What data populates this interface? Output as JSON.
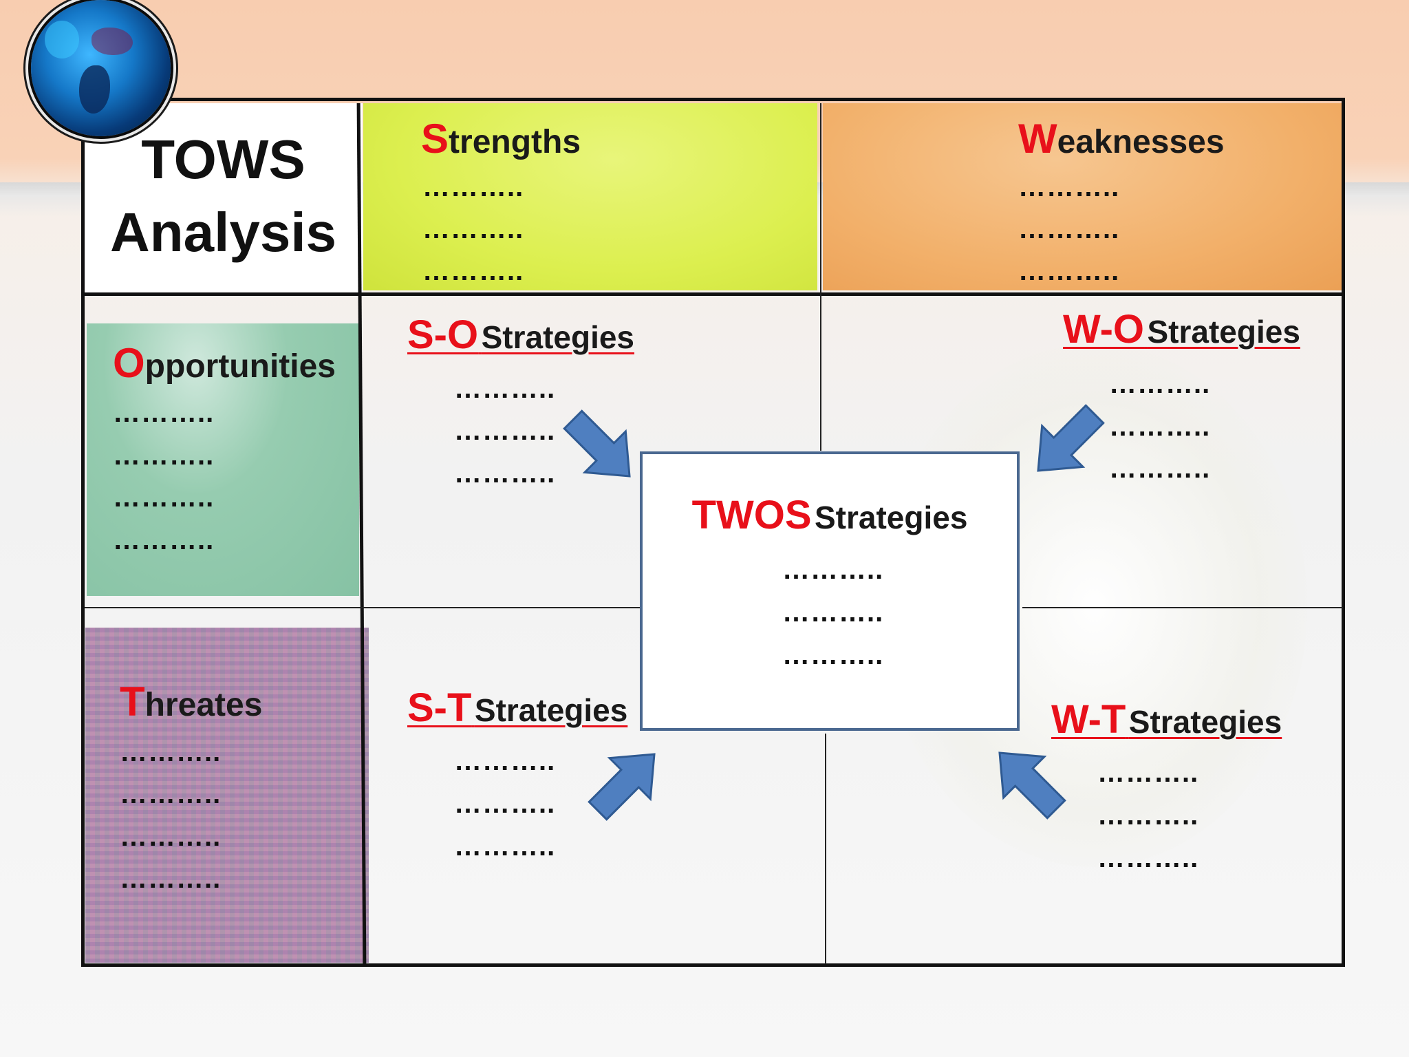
{
  "title": {
    "line1": "TOWS",
    "line2": "Analysis"
  },
  "placeholder": "………..",
  "strengths": {
    "initial": "S",
    "rest": "trengths"
  },
  "weaknesses": {
    "initial": "W",
    "rest": "eaknesses"
  },
  "opportunities": {
    "initial": "O",
    "rest": "pportunities"
  },
  "threats": {
    "initial": "T",
    "rest": "hreates"
  },
  "so": {
    "code": "S-O",
    "word": "Strategies"
  },
  "wo": {
    "code": "W-O",
    "word": "Strategies"
  },
  "st": {
    "code": "S-T",
    "word": "Strategies"
  },
  "wt": {
    "code": "W-T",
    "word": "Strategies"
  },
  "twos": {
    "code": "TWOS",
    "word": "Strategies"
  },
  "colors": {
    "accent_red": "#e8101a",
    "arrow_blue": "#4f7fc0",
    "arrow_outline": "#2f5a92"
  },
  "icons": [
    "globe-icon",
    "arrow-down-right-icon",
    "arrow-down-left-icon",
    "arrow-up-right-icon",
    "arrow-up-left-icon"
  ]
}
